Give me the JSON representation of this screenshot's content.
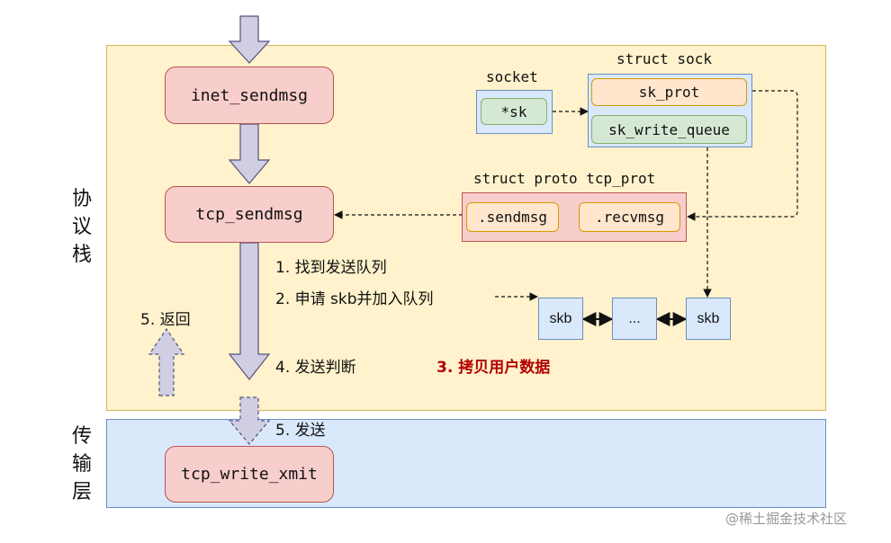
{
  "layers": {
    "protocol_stack": "协议栈",
    "transport": "传输层"
  },
  "functions": {
    "inet_sendmsg": "inet_sendmsg",
    "tcp_sendmsg": "tcp_sendmsg",
    "tcp_write_xmit": "tcp_write_xmit"
  },
  "socket": {
    "title": "socket",
    "sk": "*sk"
  },
  "struct_sock": {
    "title": "struct sock",
    "sk_prot": "sk_prot",
    "sk_write_queue": "sk_write_queue"
  },
  "struct_proto": {
    "title": "struct proto tcp_prot",
    "sendmsg": ".sendmsg",
    "recvmsg": ".recvmsg"
  },
  "queue": [
    "skb",
    "...",
    "skb"
  ],
  "steps": {
    "find_queue": "1. 找到发送队列",
    "alloc_skb": "2. 申请 skb并加入队列",
    "copy_data": "3. 拷贝用户数据",
    "send_check": "4. 发送判断",
    "send": "5. 发送",
    "return": "5. 返回"
  },
  "colors": {
    "protocol_fill": "#fff2cc",
    "transport_fill": "#dae8fc",
    "function_fill": "#f8cecc",
    "arrow_fill": "#d0cee2",
    "highlight_text": "#b20000"
  },
  "watermark": "@稀土掘金技术社区"
}
